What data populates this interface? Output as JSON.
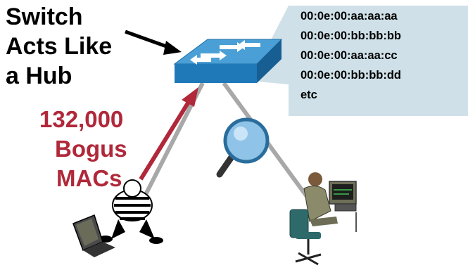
{
  "title_lines": [
    "Switch",
    "Acts Like",
    "a Hub"
  ],
  "attack_lines": [
    "132,000",
    "Bogus",
    "MACs"
  ],
  "mac_table": [
    "00:0e:00:aa:aa:aa",
    "00:0e:00:bb:bb:bb",
    "00:0e:00:aa:aa:cc",
    "00:0e:00:bb:bb:dd",
    "etc"
  ],
  "colors": {
    "attack_red": "#b0283a",
    "table_bg": "#cfe0e8",
    "switch_top": "#4aa0d6",
    "switch_side": "#1c6ea8",
    "link": "#a8a8a8"
  },
  "icons": [
    "switch-icon",
    "magnifier-icon",
    "attacker-icon",
    "laptop-icon",
    "user-workstation-icon"
  ]
}
